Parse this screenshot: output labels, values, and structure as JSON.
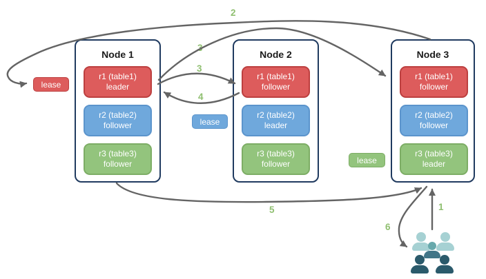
{
  "diagram": {
    "nodes": [
      {
        "title": "Node 1",
        "ranges": [
          {
            "range": "r1 (table1)",
            "role": "leader",
            "color": "red"
          },
          {
            "range": "r2 (table2)",
            "role": "follower",
            "color": "blue"
          },
          {
            "range": "r3 (table3)",
            "role": "follower",
            "color": "green"
          }
        ]
      },
      {
        "title": "Node 2",
        "ranges": [
          {
            "range": "r1 (table1)",
            "role": "follower",
            "color": "red"
          },
          {
            "range": "r2 (table2)",
            "role": "leader",
            "color": "blue"
          },
          {
            "range": "r3 (table3)",
            "role": "follower",
            "color": "green"
          }
        ]
      },
      {
        "title": "Node 3",
        "ranges": [
          {
            "range": "r1 (table1)",
            "role": "follower",
            "color": "red"
          },
          {
            "range": "r2 (table2)",
            "role": "follower",
            "color": "blue"
          },
          {
            "range": "r3 (table3)",
            "role": "leader",
            "color": "green"
          }
        ]
      }
    ],
    "leases": [
      {
        "label": "lease",
        "color": "red"
      },
      {
        "label": "lease",
        "color": "blue"
      },
      {
        "label": "lease",
        "color": "green"
      }
    ],
    "steps": [
      "2",
      "3",
      "3",
      "4",
      "5",
      "6",
      "1"
    ],
    "colors": {
      "red_fill": "#dd5c5c",
      "red_border": "#bc3f3f",
      "blue_fill": "#6fa8dc",
      "blue_border": "#5b94cc",
      "green_fill": "#93c47d",
      "green_border": "#7dad65",
      "node_border": "#1f3a5f",
      "arrow": "#646464",
      "step_label": "#8fbf70",
      "people_light": "#a6d1d3",
      "people_medium": "#68a9ac",
      "people_medium_dark": "#417587",
      "people_dark": "#2b5a6b"
    }
  }
}
